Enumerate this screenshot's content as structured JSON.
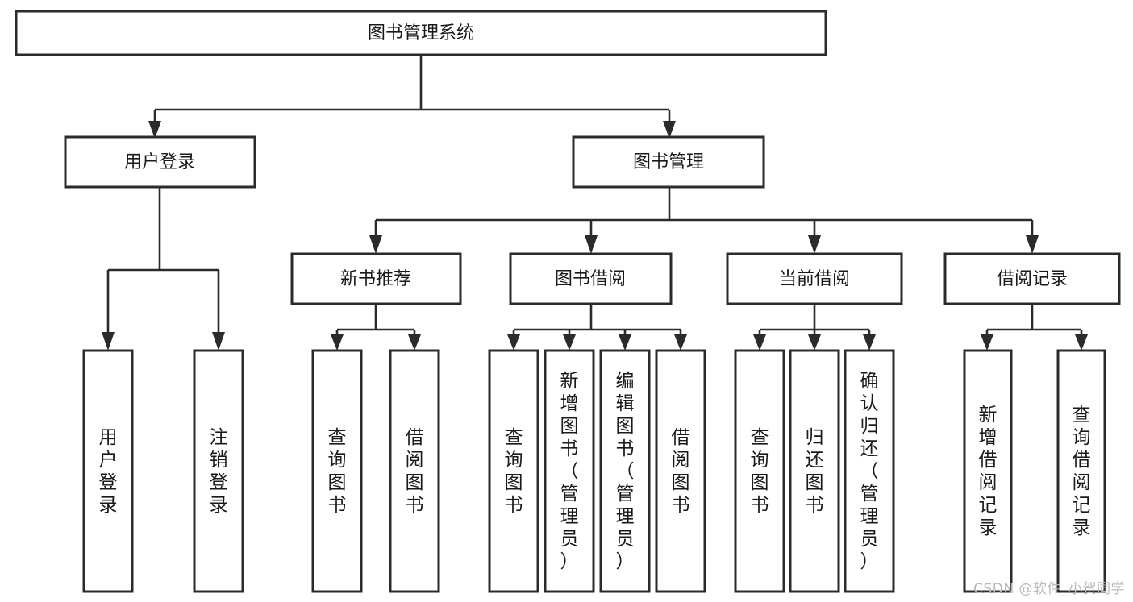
{
  "diagram": {
    "title": "图书管理系统",
    "type": "tree-hierarchy-diagram",
    "background_color": "#ffffff",
    "box_stroke_color": "#2b2b2b",
    "box_fill_color": "#ffffff",
    "text_color": "#1a1a1a",
    "root": {
      "id": "root",
      "label": "图书管理系统",
      "orientation": "horizontal"
    },
    "level2": [
      {
        "id": "user-login",
        "label": "用户登录",
        "orientation": "horizontal"
      },
      {
        "id": "book-management",
        "label": "图书管理",
        "orientation": "horizontal"
      }
    ],
    "level3": [
      {
        "id": "new-book-recommend",
        "label": "新书推荐",
        "orientation": "horizontal",
        "parent": "book-management"
      },
      {
        "id": "book-borrow",
        "label": "图书借阅",
        "orientation": "horizontal",
        "parent": "book-management"
      },
      {
        "id": "current-borrow",
        "label": "当前借阅",
        "orientation": "horizontal",
        "parent": "book-management"
      },
      {
        "id": "borrow-record",
        "label": "借阅记录",
        "orientation": "horizontal",
        "parent": "book-management"
      }
    ],
    "leaves": [
      {
        "id": "leaf-user-login",
        "label": "用户登录",
        "orientation": "vertical",
        "parent": "user-login"
      },
      {
        "id": "leaf-user-logout",
        "label": "注销登录",
        "orientation": "vertical",
        "parent": "user-login"
      },
      {
        "id": "leaf-query-book-1",
        "label": "查询图书",
        "orientation": "vertical",
        "parent": "new-book-recommend"
      },
      {
        "id": "leaf-borrow-book-1",
        "label": "借阅图书",
        "orientation": "vertical",
        "parent": "new-book-recommend"
      },
      {
        "id": "leaf-query-book-2",
        "label": "查询图书",
        "orientation": "vertical",
        "parent": "book-borrow"
      },
      {
        "id": "leaf-add-book",
        "label": "新增图书（管理员）",
        "orientation": "vertical",
        "parent": "book-borrow"
      },
      {
        "id": "leaf-edit-book",
        "label": "编辑图书（管理员）",
        "orientation": "vertical",
        "parent": "book-borrow"
      },
      {
        "id": "leaf-borrow-book-2",
        "label": "借阅图书",
        "orientation": "vertical",
        "parent": "book-borrow"
      },
      {
        "id": "leaf-query-book-3",
        "label": "查询图书",
        "orientation": "vertical",
        "parent": "current-borrow"
      },
      {
        "id": "leaf-return-book",
        "label": "归还图书",
        "orientation": "vertical",
        "parent": "current-borrow"
      },
      {
        "id": "leaf-confirm-return",
        "label": "确认归还（管理员）",
        "orientation": "vertical",
        "parent": "current-borrow"
      },
      {
        "id": "leaf-add-record",
        "label": "新增借阅记录",
        "orientation": "vertical",
        "parent": "borrow-record"
      },
      {
        "id": "leaf-query-record",
        "label": "查询借阅记录",
        "orientation": "vertical",
        "parent": "borrow-record"
      }
    ]
  },
  "watermark": {
    "text": "CSDN @软件_小贺同学",
    "color": "#b9b9b9"
  }
}
